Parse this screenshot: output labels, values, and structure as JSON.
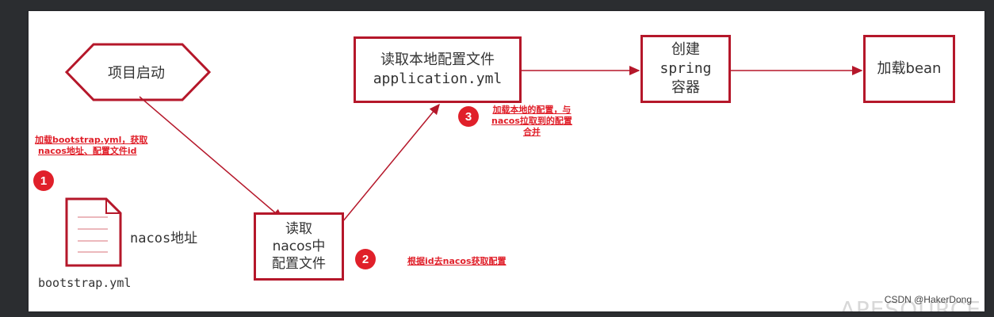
{
  "nodes": {
    "start": "项目启动",
    "read_nacos": [
      "读取",
      "nacos中",
      "配置文件"
    ],
    "read_local": [
      "读取本地配置文件",
      "application.yml"
    ],
    "create_spring": [
      "创建",
      "spring",
      "容器"
    ],
    "load_bean": "加载bean"
  },
  "file": {
    "side_label": "nacos地址",
    "name": "bootstrap.yml"
  },
  "steps": [
    {
      "number": "1",
      "note": [
        "加载bootstrap.yml，获取",
        "nacos地址、配置文件id"
      ]
    },
    {
      "number": "2",
      "note": [
        "根据id去nacos获取配置"
      ]
    },
    {
      "number": "3",
      "note": [
        "加载本地的配置，与",
        "nacos拉取到的配置",
        "合并"
      ]
    }
  ],
  "watermark": "APESOURCE",
  "credit": "CSDN @HakerDong",
  "colors": {
    "accent": "#b5172a",
    "badge": "#e0202a",
    "note_text": "#e0202a"
  }
}
